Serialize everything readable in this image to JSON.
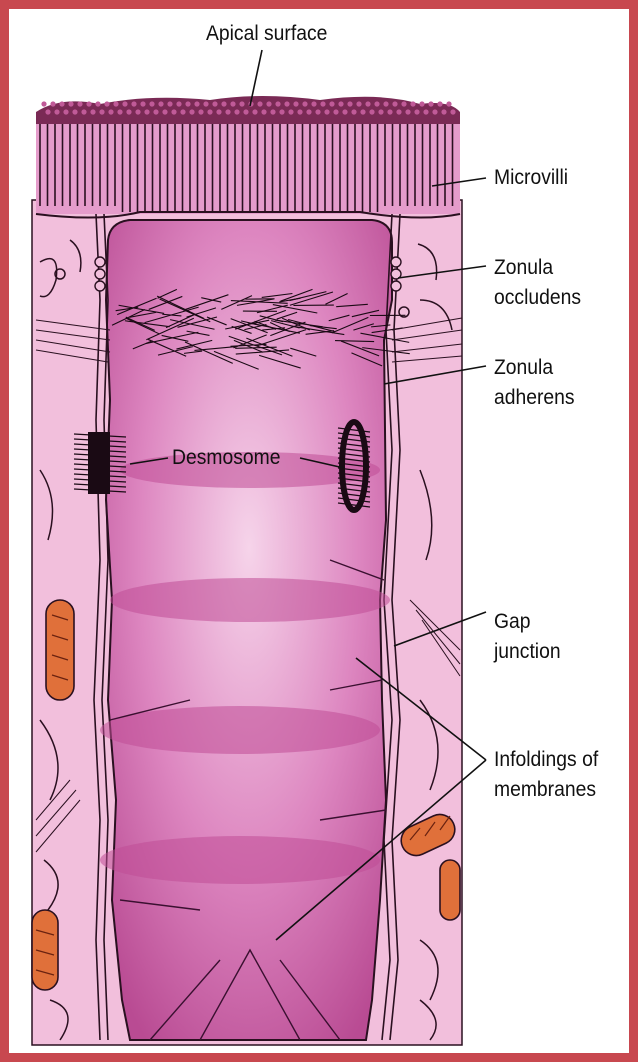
{
  "labels": {
    "apical_surface": "Apical surface",
    "microvilli": "Microvilli",
    "zonula_occludens": [
      "Zonula",
      "occludens"
    ],
    "zonula_adherens": [
      "Zonula",
      "adherens"
    ],
    "desmosome": "Desmosome",
    "gap_junction": [
      "Gap",
      "junction"
    ],
    "infoldings": [
      "Infoldings of",
      "membranes"
    ]
  },
  "colors": {
    "frame": "#c8484f",
    "cytoplasm": "#f2bfdc",
    "cell_body": "#d878b8",
    "cell_dark": "#b83f8c",
    "outline": "#2a1020",
    "mitochondria": "#e0703a"
  }
}
